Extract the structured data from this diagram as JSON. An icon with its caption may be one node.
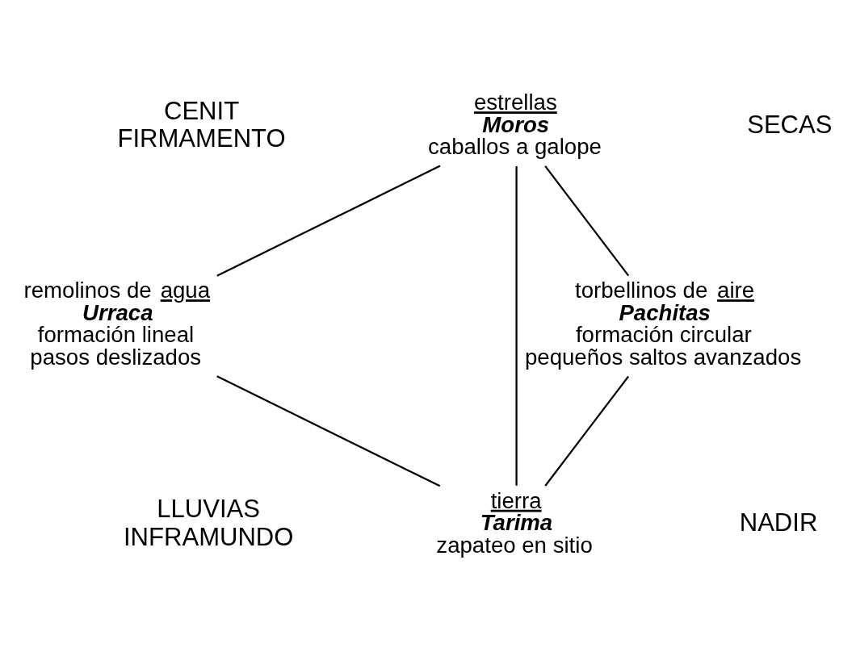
{
  "diagram": {
    "nodes": [
      {
        "text": [
          "estrellas",
          "Moros",
          "caballos a galope"
        ]
      },
      {
        "text": [
          "remolinos de agua",
          "Urraca",
          "formación lineal",
          "pasos deslizados"
        ]
      },
      {
        "text": [
          "torbellinos de aire",
          "Pachitas",
          "formación circular",
          "pequeños saltos avanzados"
        ]
      },
      {
        "text": [
          "tierra",
          "Tarima",
          "zapateo en sitio"
        ]
      }
    ],
    "edges": [
      {
        "from": 0,
        "to": 1,
        "arrow": "none"
      },
      {
        "from": 0,
        "to": 3,
        "arrow": "none"
      },
      {
        "from": 0,
        "to": 2,
        "arrow": "none"
      },
      {
        "from": 1,
        "to": 3,
        "arrow": "none"
      },
      {
        "from": 2,
        "to": 3,
        "arrow": "none"
      }
    ],
    "labels": [
      "CENIT FIRMAMENTO",
      "SECAS",
      "LLUVIAS INFRAMUNDO",
      "NADIR"
    ]
  }
}
